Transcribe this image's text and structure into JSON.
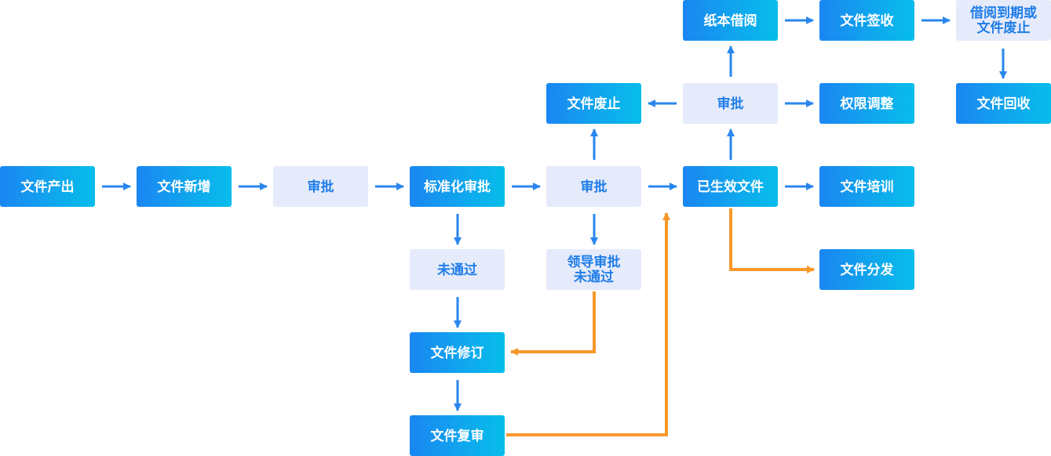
{
  "nodes": {
    "produce": "文件产出",
    "add": "文件新增",
    "approve_1": "审批",
    "std_approve": "标准化审批",
    "approve_2": "审批",
    "effective": "已生效文件",
    "training": "文件培训",
    "distribute": "文件分发",
    "not_passed": "未通过",
    "leader_not_passed": "领导审批\n未通过",
    "revise": "文件修订",
    "review": "文件复审",
    "abolish": "文件废止",
    "approve_3": "审批",
    "permission": "权限调整",
    "paper_borrow": "纸本借阅",
    "sign": "文件签收",
    "expire_abolish": "借阅到期或\n文件废止",
    "recycle": "文件回收"
  },
  "colors": {
    "primary_start": "#1a86f2",
    "primary_end": "#07bdeb",
    "secondary_bg": "#e6ebfb",
    "secondary_text": "#1f7de8",
    "arrow_blue": "#2a86ee",
    "arrow_orange": "#f7982a"
  }
}
